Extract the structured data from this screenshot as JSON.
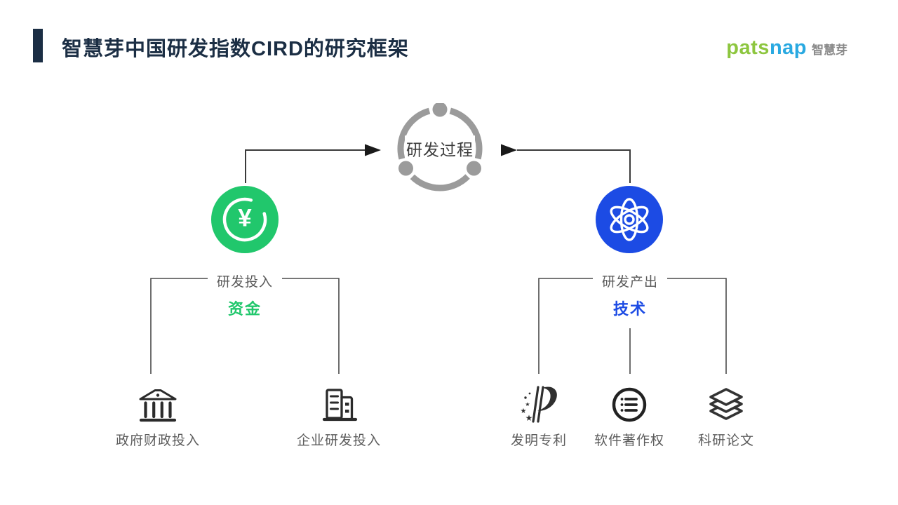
{
  "header": {
    "title": "智慧芽中国研发指数CIRD的研究框架",
    "accent_color": "#1B2E44"
  },
  "logo": {
    "wordmark_green": "pats",
    "wordmark_blue": "nap",
    "cjk": "智慧芽",
    "green": "#8DC63F",
    "blue": "#29A9E1"
  },
  "diagram": {
    "process": {
      "label": "研发过程",
      "ring_color": "#9B9B9B"
    },
    "input": {
      "node_icon": "yuan-coin-icon",
      "node_color": "#21C76C",
      "currency_symbol": "¥",
      "group_label": "研发投入",
      "keyword": "资金",
      "items": [
        {
          "icon": "government-bank-icon",
          "label": "政府财政投入"
        },
        {
          "icon": "office-buildings-icon",
          "label": "企业研发投入"
        }
      ]
    },
    "output": {
      "node_icon": "atom-icon",
      "node_color": "#1C4BE4",
      "group_label": "研发产出",
      "keyword": "技术",
      "items": [
        {
          "icon": "patent-p-icon",
          "label": "发明专利"
        },
        {
          "icon": "list-circle-icon",
          "label": "软件著作权"
        },
        {
          "icon": "stacked-layers-icon",
          "label": "科研论文"
        }
      ]
    }
  }
}
